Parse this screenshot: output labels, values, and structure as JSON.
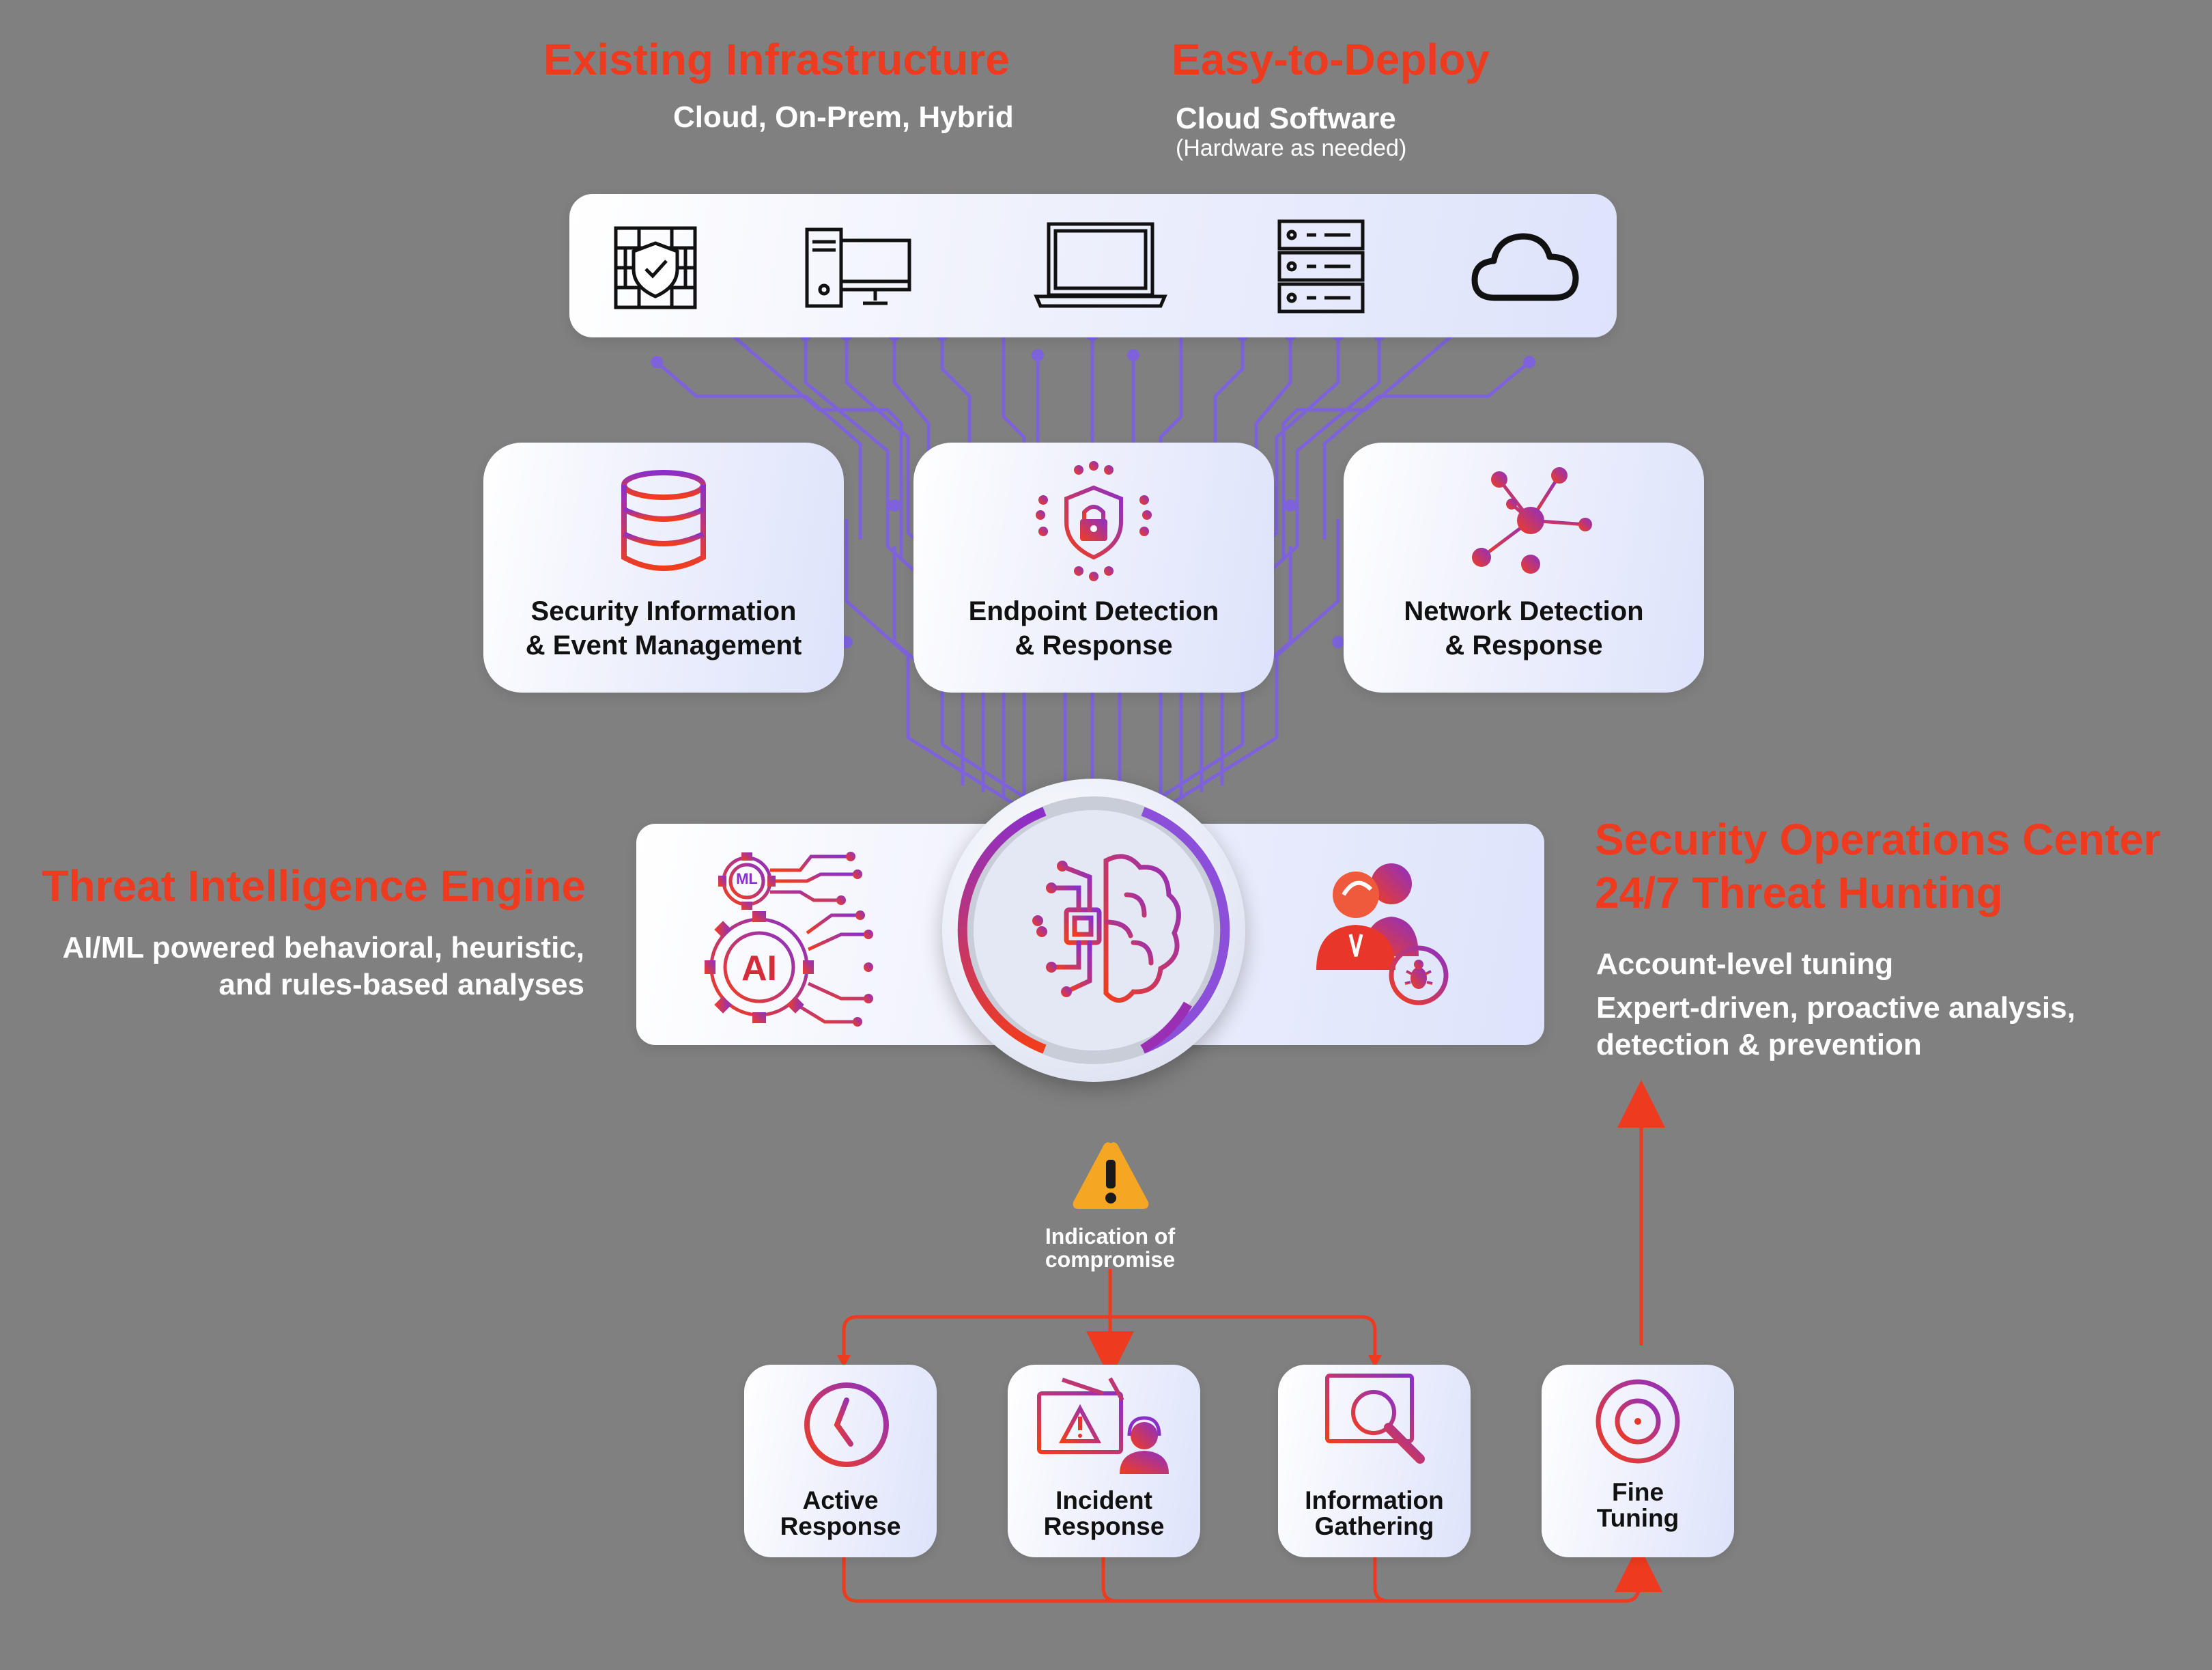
{
  "headers": {
    "infra_title": "Existing Infrastructure",
    "infra_sub": "Cloud, On-Prem, Hybrid",
    "deploy_title": "Easy-to-Deploy",
    "deploy_sub": "Cloud Software",
    "deploy_note": "(Hardware as needed)"
  },
  "infrastructure_icons": [
    "firewall-icon",
    "desktop-computer-icon",
    "laptop-icon",
    "server-rack-icon",
    "cloud-icon"
  ],
  "detection_cards": [
    {
      "line1": "Security Information",
      "line2": "& Event Management",
      "icon": "database-icon"
    },
    {
      "line1": "Endpoint Detection",
      "line2": "& Response",
      "icon": "shield-lock-icon"
    },
    {
      "line1": "Network Detection",
      "line2": "& Response",
      "icon": "network-nodes-icon"
    }
  ],
  "threat_engine": {
    "title": "Threat Intelligence Engine",
    "line1": "AI/ML powered behavioral, heuristic,",
    "line2": "and rules-based analyses",
    "badge_ml": "ML",
    "badge_ai": "AI"
  },
  "soc": {
    "title1": "Security Operations Center",
    "title2": "24/7 Threat Hunting",
    "line1": "Account-level tuning",
    "line2": "Expert-driven, proactive analysis,",
    "line3": "detection & prevention"
  },
  "alert": {
    "line1": "Indication of",
    "line2": "compromise"
  },
  "response_cards": [
    {
      "line1": "Active",
      "line2": "Response",
      "icon": "clock-speed-icon"
    },
    {
      "line1": "Incident",
      "line2": "Response",
      "icon": "incident-monitor-icon"
    },
    {
      "line1": "Information",
      "line2": "Gathering",
      "icon": "magnifier-monitor-icon"
    },
    {
      "line1": "Fine",
      "line2": "Tuning",
      "icon": "crosshair-icon"
    }
  ],
  "colors": {
    "background": "#808080",
    "accent_red": "#ee3a1e",
    "accent_purple": "#7b52d9",
    "circuit_line": "#7d62dc",
    "warning": "#f5a623"
  }
}
